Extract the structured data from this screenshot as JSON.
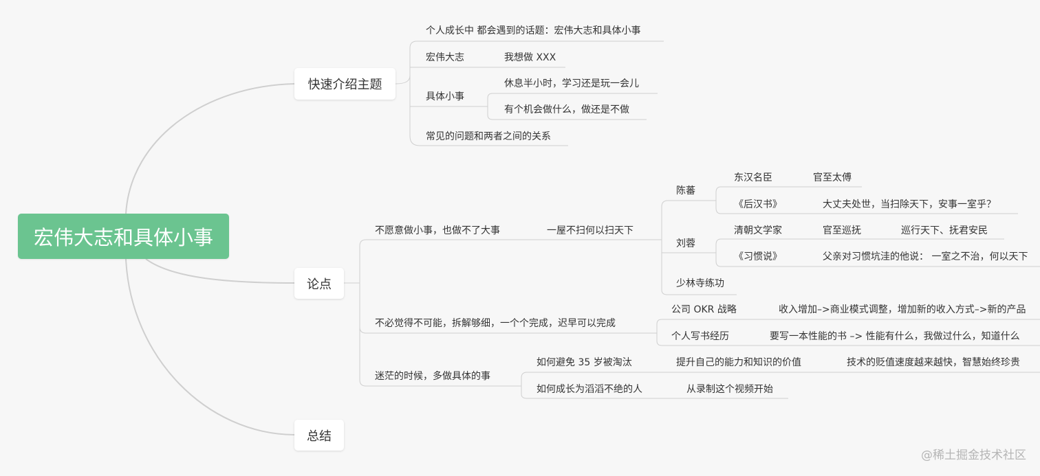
{
  "root": {
    "label": "宏伟大志和具体小事"
  },
  "topics": [
    {
      "label": "快速介绍主题"
    },
    {
      "label": "论点"
    },
    {
      "label": "总结"
    }
  ],
  "intro": {
    "overview": "个人成长中 都会遇到的话题：宏伟大志和具体小事",
    "ambition": {
      "label": "宏伟大志",
      "example": "我想做 XXX"
    },
    "small_things": {
      "label": "具体小事",
      "examples": [
        "休息半小时，学习还是玩一会儿",
        "有个机会做什么，做还是不做"
      ]
    },
    "relation": "常见的问题和两者之间的关系"
  },
  "argument1": {
    "label": "不愿意做小事，也做不了大事",
    "saying": "一屋不扫何以扫天下",
    "chenfan": {
      "name": "陈蕃",
      "title": "东汉名臣",
      "title_detail": "官至太傅",
      "book": "《后汉书》",
      "quote": "大丈夫处世，当扫除天下，安事一室乎？"
    },
    "liurong": {
      "name": "刘蓉",
      "title": "清朝文学家",
      "title_detail": "官至巡抚",
      "title_extra": "巡行天下、抚君安民",
      "book": "《习惯说》",
      "quote": "父亲对习惯坑洼的他说： 一室之不治，何以天下"
    },
    "shaolin": "少林寺练功"
  },
  "argument2": {
    "label": "不必觉得不可能，拆解够细，一个个完成，迟早可以完成",
    "okr": {
      "label": "公司 OKR 战略",
      "detail": "收入增加–>商业模式调整，增加新的收入方式–>新的产品"
    },
    "book": {
      "label": "个人写书经历",
      "detail": "要写一本性能的书 –> 性能有什么，我做过什么，知道什么"
    }
  },
  "argument3": {
    "label": "迷茫的时候，多做具体的事",
    "avoid": {
      "label": "如何避免 35 岁被淘汰",
      "detail": "提升自己的能力和知识的价值",
      "note": "技术的贬值速度越来越快，智慧始终珍贵"
    },
    "grow": {
      "label": "如何成长为滔滔不绝的人",
      "detail": "从录制这个视频开始"
    }
  },
  "watermark": "@稀土掘金技术社区",
  "colors": {
    "root_bg": "#6bc490",
    "line": "#cccccc",
    "background": "#f7f7f7"
  }
}
